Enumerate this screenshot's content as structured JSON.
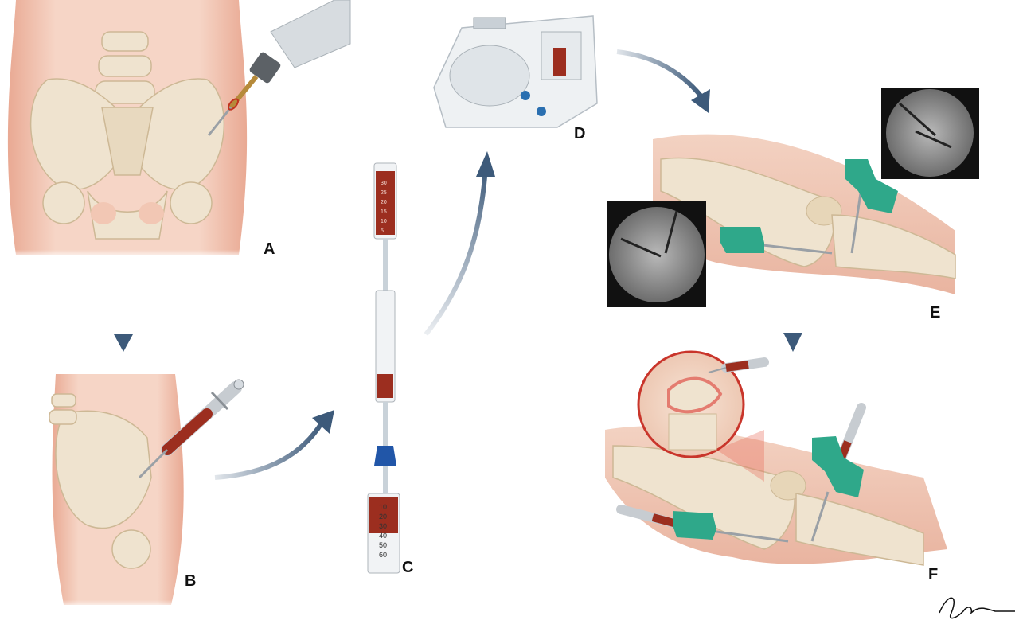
{
  "panels": [
    {
      "id": "A",
      "label": "A"
    },
    {
      "id": "B",
      "label": "B"
    },
    {
      "id": "C",
      "label": "C"
    },
    {
      "id": "D",
      "label": "D"
    },
    {
      "id": "E",
      "label": "E"
    },
    {
      "id": "F",
      "label": "F"
    }
  ],
  "colors": {
    "skin": "#f2c7b4",
    "skin_edge": "#e7a993",
    "bone": "#efe3cf",
    "bone_shadow": "#d9c7a9",
    "arrow": "#3d5a7a",
    "blood": "#9c2e1f",
    "cannula_green": "#2fa88a",
    "device_white": "#eef1f3",
    "device_blue": "#2a6fb0",
    "fluoro_bg": "#111111",
    "fluoro_disc": "#9a9a9a"
  },
  "syringe_scale": [
    "10",
    "20",
    "30",
    "40",
    "50",
    "60"
  ],
  "upper_syringe_scale": [
    "30",
    "25",
    "20",
    "15",
    "10",
    "5"
  ],
  "icons": [
    "bone-drill-icon",
    "aspiration-syringe-icon",
    "centrifuge-device-icon",
    "fluoroscopy-view-icon",
    "injection-syringe-icon"
  ]
}
